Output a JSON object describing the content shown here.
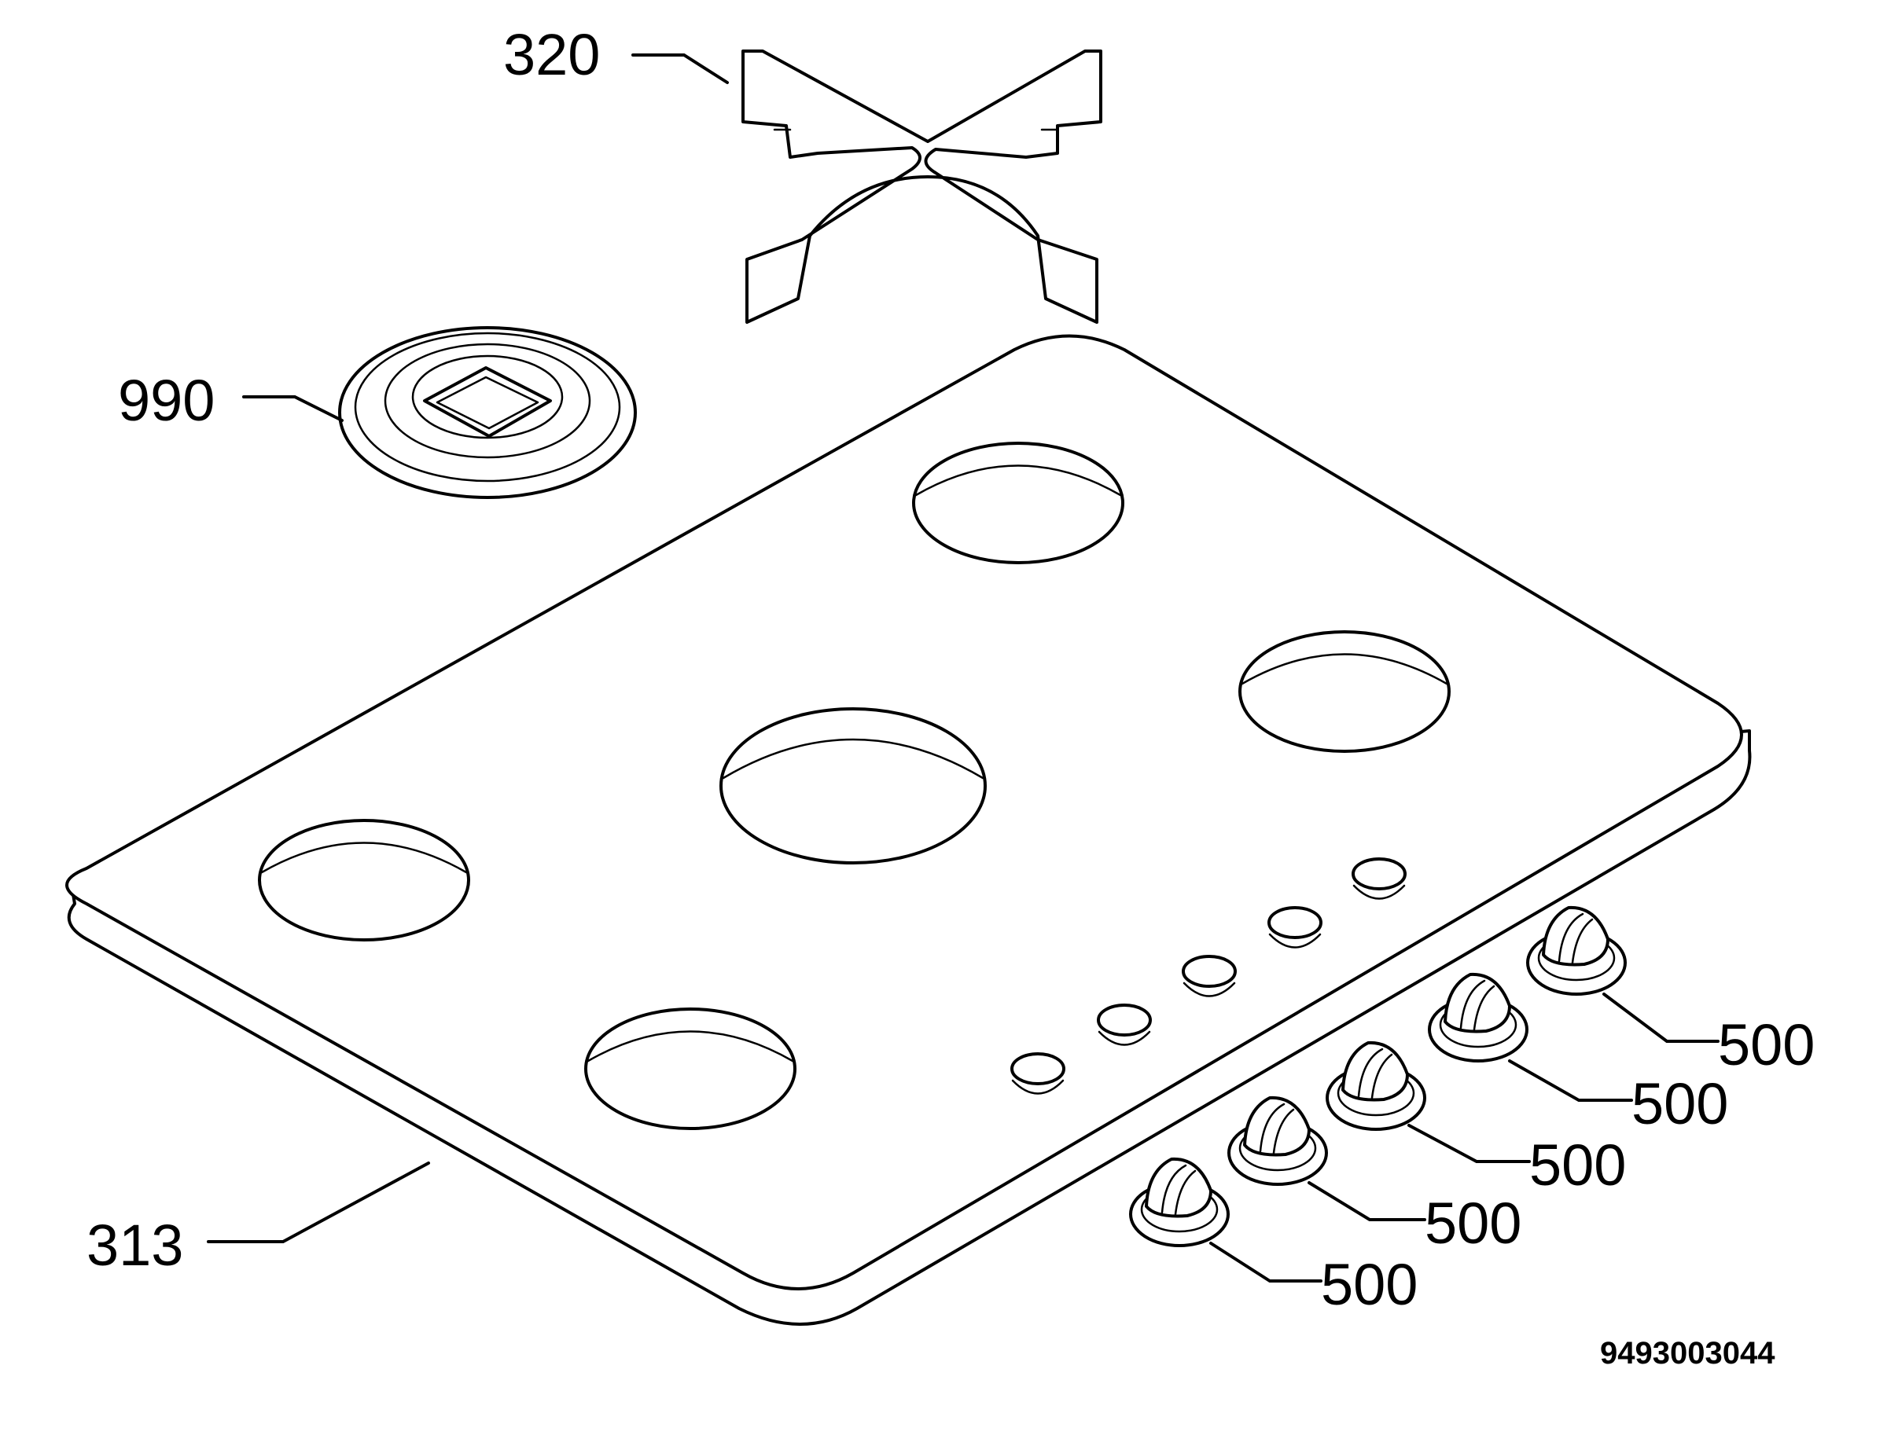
{
  "diagram": {
    "parts": {
      "pan_support": "320",
      "burner_cap": "990",
      "hob_top": "313",
      "control_knob": "500"
    },
    "knob_callouts": [
      "500",
      "500",
      "500",
      "500",
      "500"
    ],
    "drawing_number": "9493003044"
  }
}
